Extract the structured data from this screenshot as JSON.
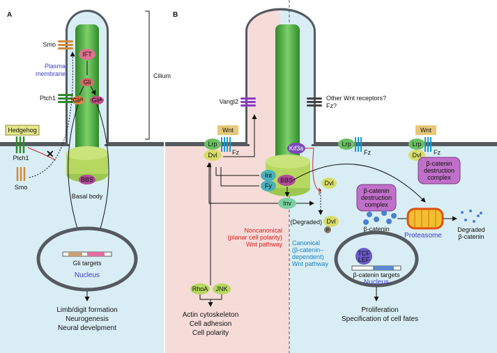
{
  "panel_a": {
    "label": "A",
    "smo": "Smo",
    "plasma_membrane": [
      "Plasma",
      "membrane"
    ],
    "ptch1_cilium": "Ptch1",
    "ift": "IFT",
    "gli": "Gli",
    "gli_a": "Gliᴬ",
    "gli_r": "Gliᴿ",
    "cilium": "Cilium",
    "hedgehog": "Hedgehog",
    "ptch1": "Ptch1",
    "smo_bottom": "Smo",
    "bbs": "BBS",
    "basal_body": "Basal body",
    "gli_targets": "Gli targets",
    "nucleus": "Nucleus",
    "outcomes": [
      "Limb/digit formation",
      "Neurogenesis",
      "Neural develpment"
    ]
  },
  "panel_b": {
    "label": "B",
    "vangl2": "Vangl2",
    "other_receptors": [
      "Other Wnt receptors?",
      "Fz?"
    ],
    "wnt": "Wnt",
    "lrp": "Lrp",
    "fz": "Fz",
    "dvl": "Dvl",
    "kif3a": "Kif3a",
    "int": "Int",
    "fy": "Fy",
    "bbs": "BBS",
    "inv": "Inv",
    "degraded": "(Degraded)",
    "p": "P",
    "destruction_complex": [
      "β-catenin",
      "destruction",
      "complex"
    ],
    "beta_catenin": "β-catenin",
    "proteasome": "Proteasome",
    "degraded_beta": [
      "Degraded",
      "β-catenin"
    ],
    "noncanonical": [
      "Noncanonical",
      "(planar cell polarity)",
      "Wnt pathway"
    ],
    "canonical": [
      "Canonical",
      "(β-catenin–",
      "dependent)",
      "Wnt pathway"
    ],
    "tcf": "TCF",
    "lef": "LEF",
    "targets": "β-catenin targets",
    "nucleus": "Nucleus",
    "rhoa": "RhoA",
    "jnk": "JNK",
    "noncanonical_outcomes": [
      "Actin cytoskeleton",
      "Cell adhesion",
      "Cell polarity"
    ],
    "canonical_outcomes": [
      "Proliferation",
      "Specification of cell fates"
    ]
  },
  "colors": {
    "cytoplasm_blue": "#d8eef4",
    "cytoplasm_pink": "#f6dcd8",
    "axoneme": "#4caa3c",
    "membrane": "#555a60",
    "noncanonical_red": "#d42020",
    "canonical_blue": "#1a7fc0",
    "nucleus_blue": "#3a3ac8"
  }
}
